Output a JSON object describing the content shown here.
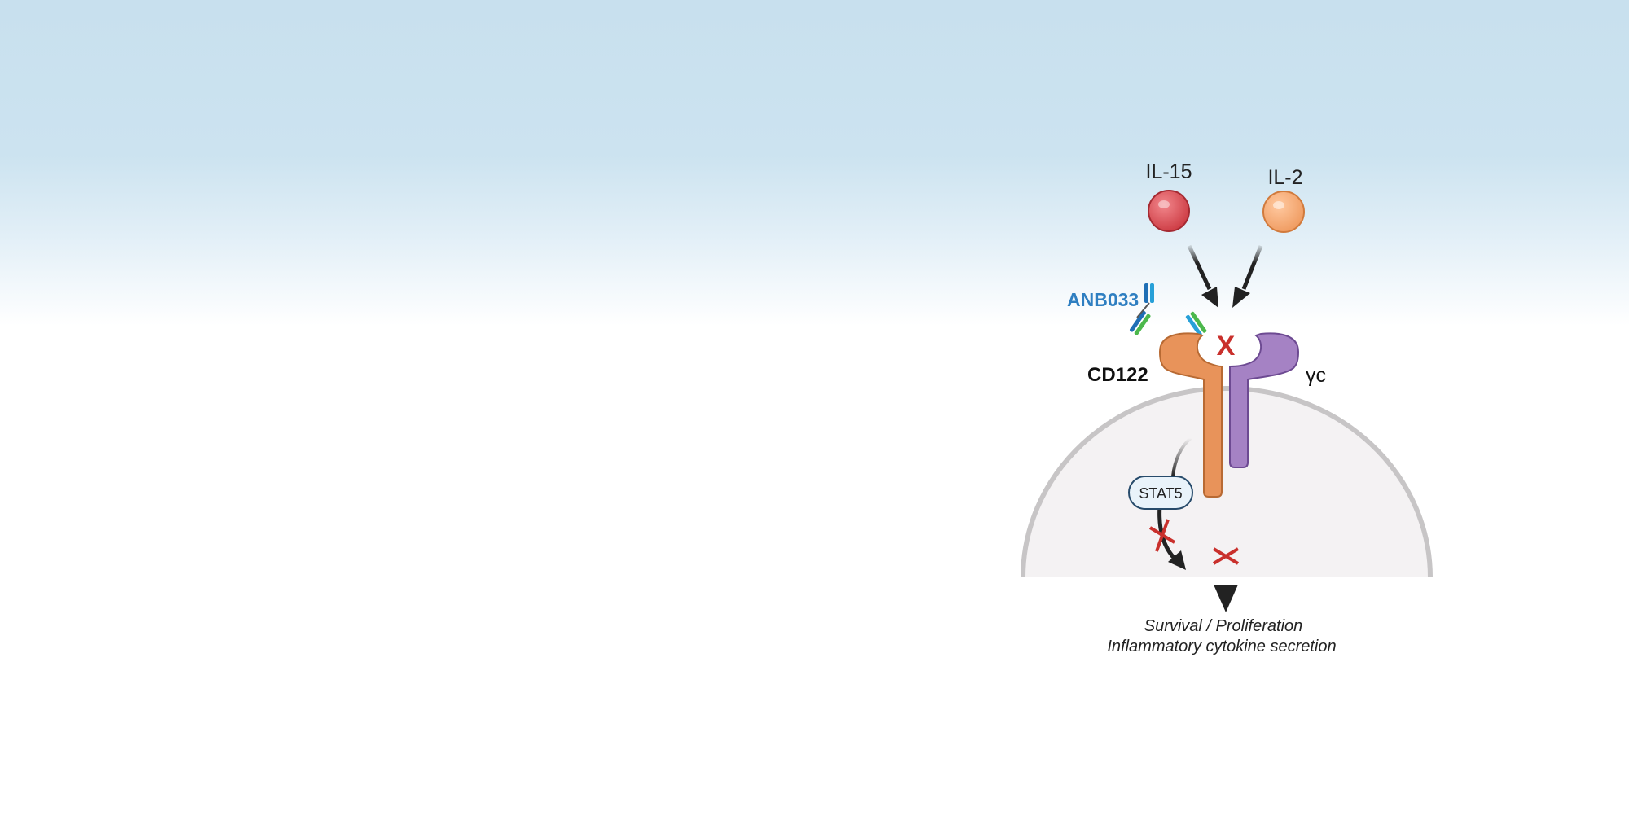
{
  "diagram": {
    "ligands": [
      {
        "label": "IL-15",
        "color": "#d9474f"
      },
      {
        "label": "IL-2",
        "color": "#f5a36e"
      }
    ],
    "antibody_label": "ANB033",
    "receptor_left_label": "CD122",
    "receptor_right_label": "γc",
    "signal_label": "STAT5",
    "block_mark": "X",
    "outcome_line1": "Survival / Proliferation",
    "outcome_line2": "Inflammatory cytokine secretion",
    "colors": {
      "antibody_text": "#2f7fc1",
      "block_red": "#c9302c",
      "cd122": "#e8935a",
      "gamma_c": "#a582c4",
      "cell": "#f4f2f3",
      "membrane": "#c7c5c6"
    }
  }
}
